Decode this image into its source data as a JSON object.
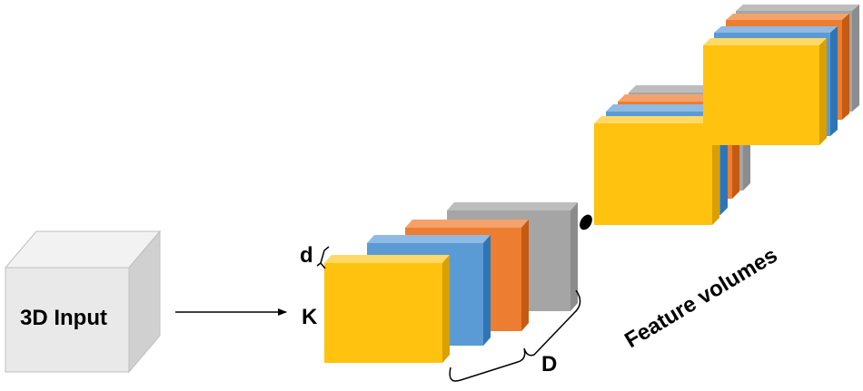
{
  "input_label": "3D Input",
  "kernel_label": "K",
  "depth_label": "d",
  "stack_depth_label": "D",
  "feature_label": "Feature volumes",
  "colors": {
    "yellow": "#FFC20E",
    "blue": "#5B9BD5",
    "orange": "#ED7D31",
    "gray": "#A5A5A5",
    "input_face": "#E9E9E9",
    "input_side": "#D0D0D0",
    "input_top": "#F2F2F2"
  }
}
